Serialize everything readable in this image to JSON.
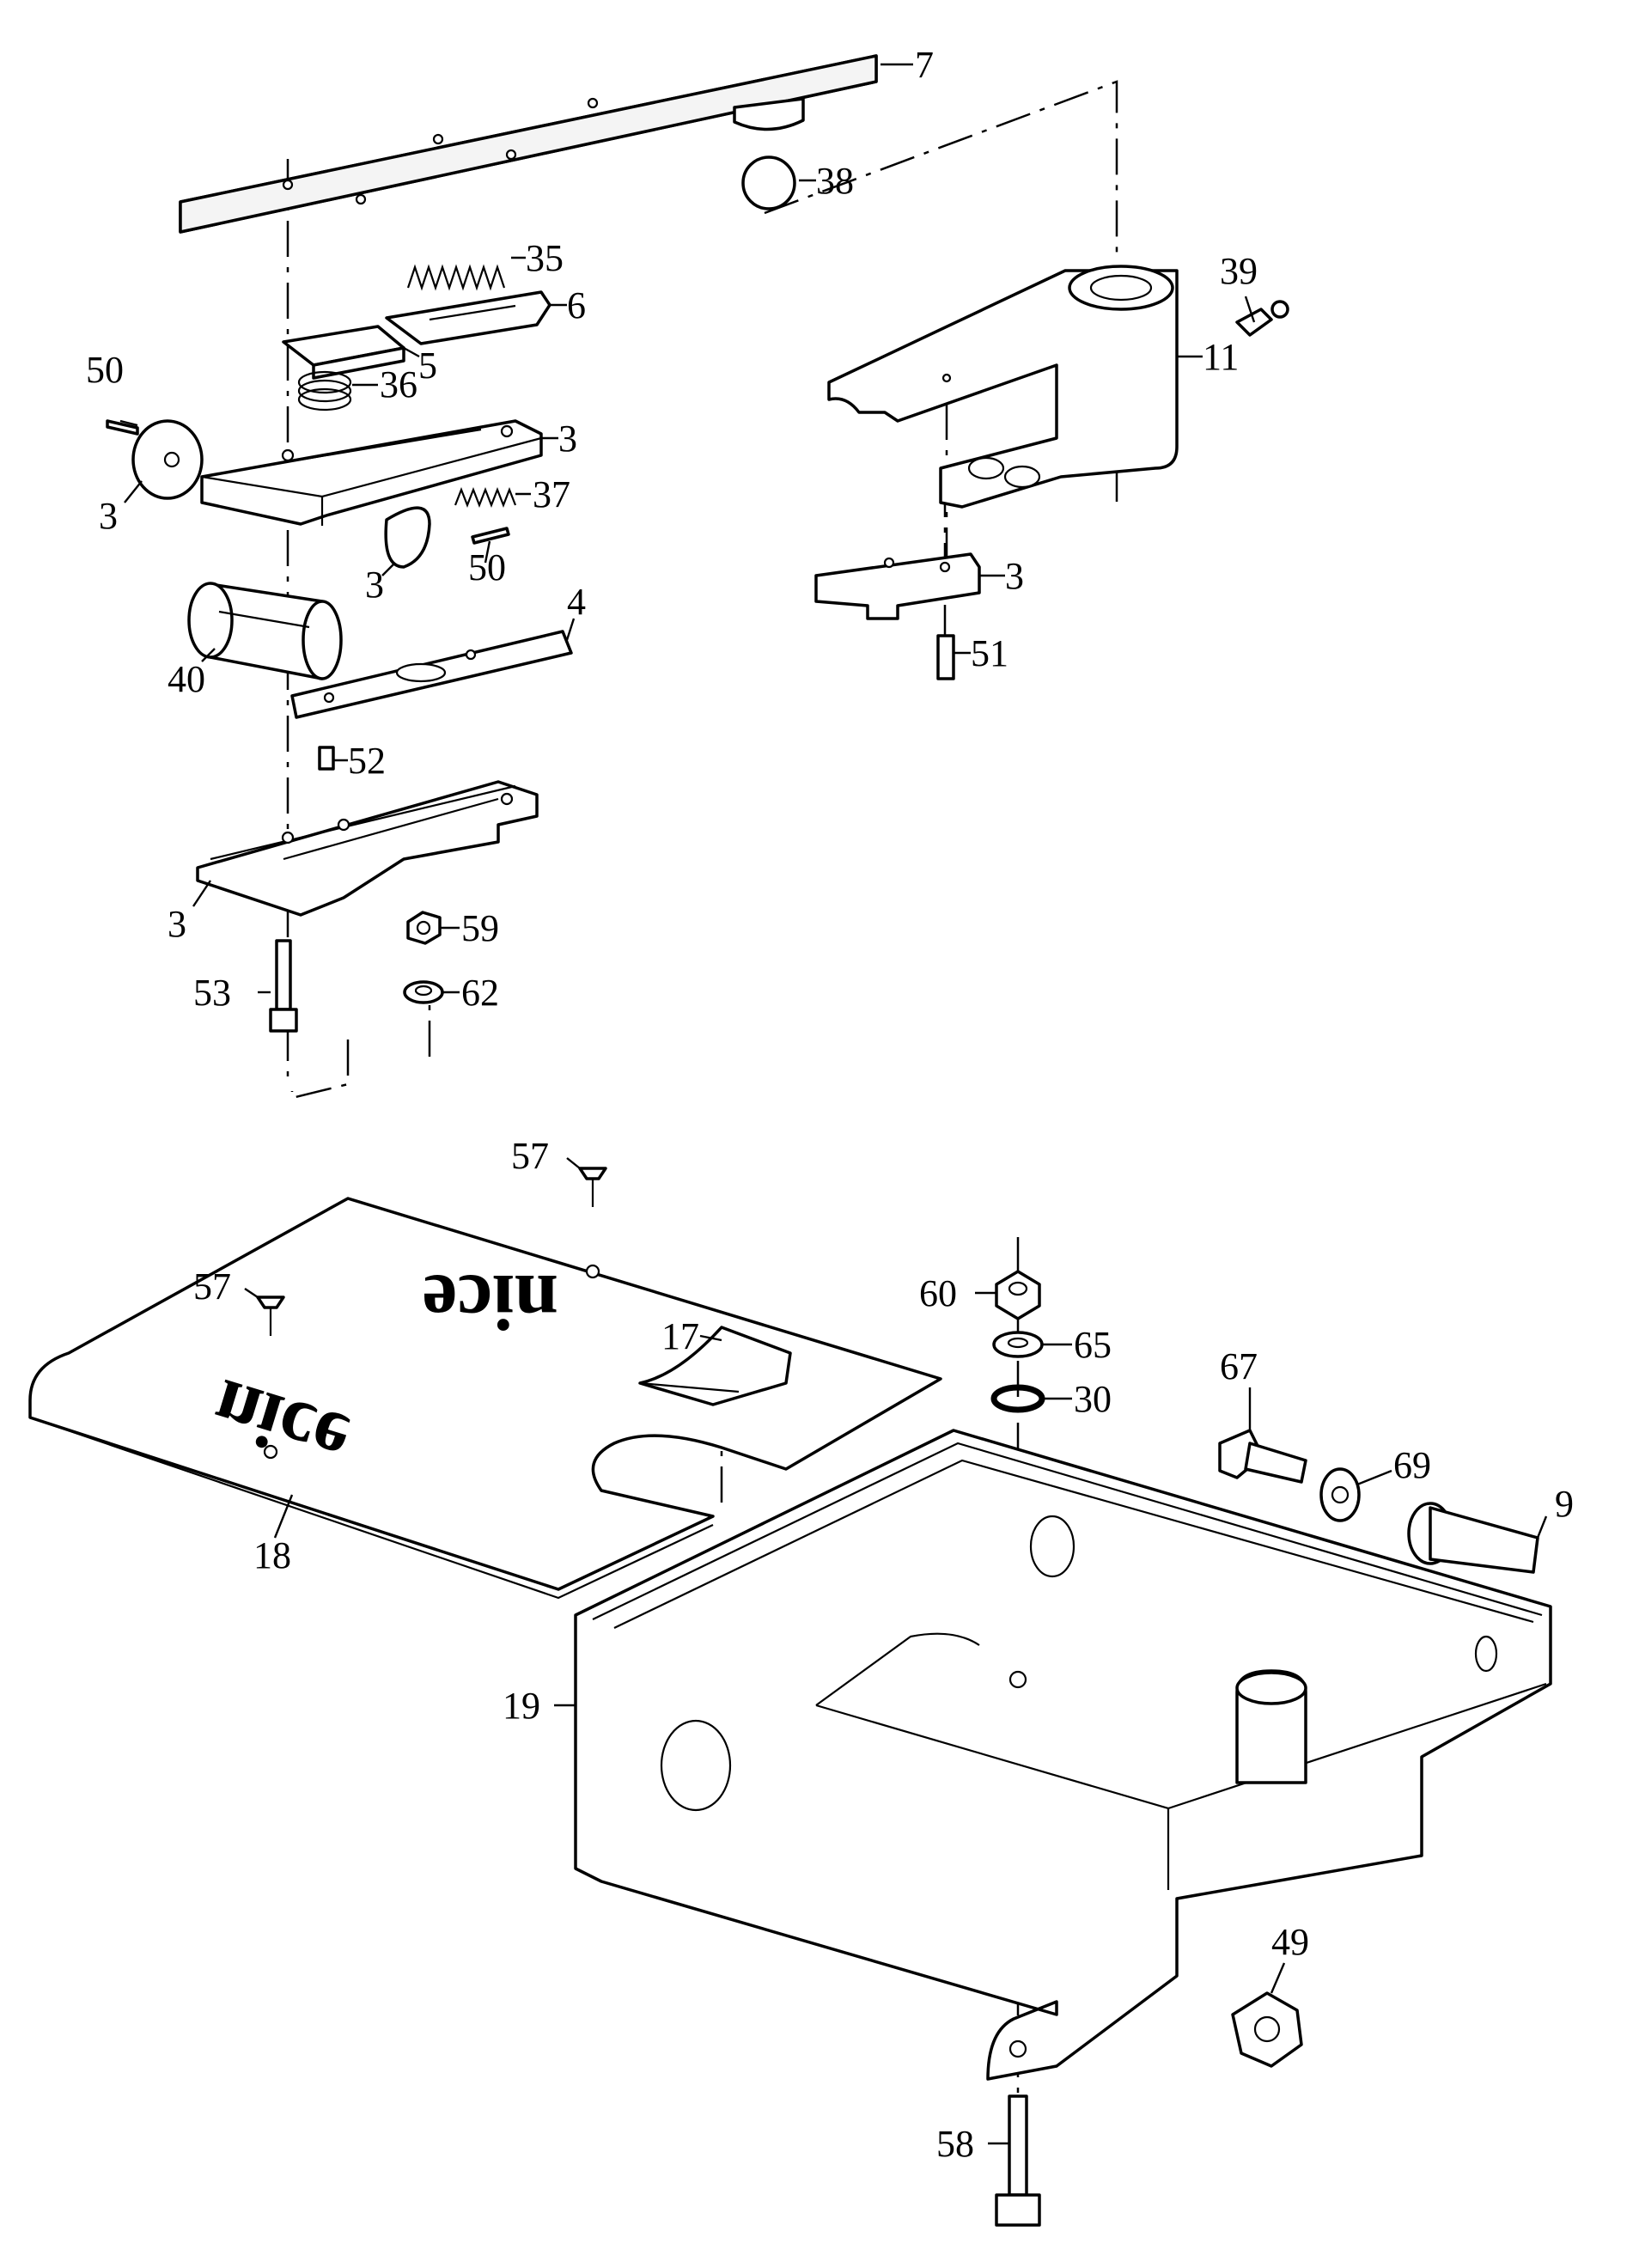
{
  "diagram": {
    "type": "exploded-parts-view",
    "callouts": [
      {
        "id": "c7",
        "label": "7"
      },
      {
        "id": "c38",
        "label": "38"
      },
      {
        "id": "c35",
        "label": "35"
      },
      {
        "id": "c6",
        "label": "6"
      },
      {
        "id": "c5",
        "label": "5"
      },
      {
        "id": "c36",
        "label": "36"
      },
      {
        "id": "c50a",
        "label": "50"
      },
      {
        "id": "c3a",
        "label": "3"
      },
      {
        "id": "c3b",
        "label": "3"
      },
      {
        "id": "c37",
        "label": "37"
      },
      {
        "id": "c3c",
        "label": "3"
      },
      {
        "id": "c50b",
        "label": "50"
      },
      {
        "id": "c4",
        "label": "4"
      },
      {
        "id": "c40",
        "label": "40"
      },
      {
        "id": "c52",
        "label": "52"
      },
      {
        "id": "c3d",
        "label": "3"
      },
      {
        "id": "c59",
        "label": "59"
      },
      {
        "id": "c62",
        "label": "62"
      },
      {
        "id": "c53",
        "label": "53"
      },
      {
        "id": "c39",
        "label": "39"
      },
      {
        "id": "c11",
        "label": "11"
      },
      {
        "id": "c3e",
        "label": "3"
      },
      {
        "id": "c51",
        "label": "51"
      },
      {
        "id": "c57a",
        "label": "57"
      },
      {
        "id": "c57b",
        "label": "57"
      },
      {
        "id": "c17",
        "label": "17"
      },
      {
        "id": "c18",
        "label": "18"
      },
      {
        "id": "c60",
        "label": "60"
      },
      {
        "id": "c65",
        "label": "65"
      },
      {
        "id": "c30",
        "label": "30"
      },
      {
        "id": "c67",
        "label": "67"
      },
      {
        "id": "c69",
        "label": "69"
      },
      {
        "id": "c9",
        "label": "9"
      },
      {
        "id": "c19",
        "label": "19"
      },
      {
        "id": "c49",
        "label": "49"
      },
      {
        "id": "c58",
        "label": "58"
      }
    ],
    "logo_text": "nice"
  }
}
